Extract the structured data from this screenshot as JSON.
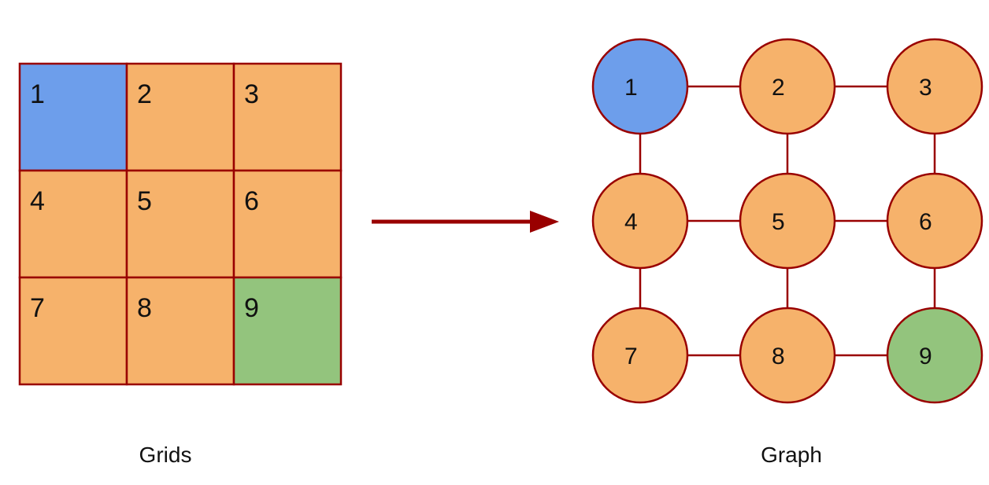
{
  "colors": {
    "start": "#6d9eeb",
    "goal": "#93c47d",
    "default": "#f6b26b",
    "border": "#990000",
    "arrow": "#990000"
  },
  "grid": {
    "caption": "Grids",
    "cells": [
      {
        "label": "1",
        "state": "start"
      },
      {
        "label": "2",
        "state": "default"
      },
      {
        "label": "3",
        "state": "default"
      },
      {
        "label": "4",
        "state": "default"
      },
      {
        "label": "5",
        "state": "default"
      },
      {
        "label": "6",
        "state": "default"
      },
      {
        "label": "7",
        "state": "default"
      },
      {
        "label": "8",
        "state": "default"
      },
      {
        "label": "9",
        "state": "goal"
      }
    ]
  },
  "graph": {
    "caption": "Graph",
    "nodes": [
      {
        "label": "1",
        "state": "start"
      },
      {
        "label": "2",
        "state": "default"
      },
      {
        "label": "3",
        "state": "default"
      },
      {
        "label": "4",
        "state": "default"
      },
      {
        "label": "5",
        "state": "default"
      },
      {
        "label": "6",
        "state": "default"
      },
      {
        "label": "7",
        "state": "default"
      },
      {
        "label": "8",
        "state": "default"
      },
      {
        "label": "9",
        "state": "goal"
      }
    ],
    "edges": [
      [
        "1",
        "2"
      ],
      [
        "2",
        "3"
      ],
      [
        "4",
        "5"
      ],
      [
        "5",
        "6"
      ],
      [
        "7",
        "8"
      ],
      [
        "8",
        "9"
      ],
      [
        "1",
        "4"
      ],
      [
        "4",
        "7"
      ],
      [
        "2",
        "5"
      ],
      [
        "5",
        "8"
      ],
      [
        "3",
        "6"
      ],
      [
        "6",
        "9"
      ]
    ]
  }
}
